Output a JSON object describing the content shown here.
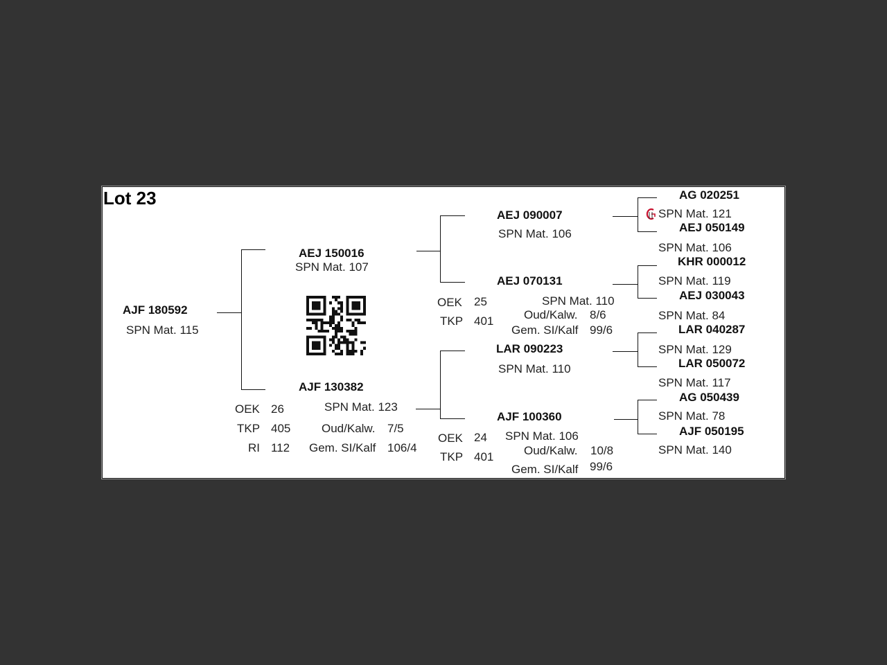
{
  "lot_title": "Lot 23",
  "subject": {
    "id": "AJF 180592",
    "spn": "SPN Mat. 115"
  },
  "sire": {
    "id": "AEJ 150016",
    "spn": "SPN Mat. 107"
  },
  "dam": {
    "id": "AJF 130382",
    "spn": "SPN Mat. 123",
    "stats": [
      {
        "label": "OEK",
        "value": "26"
      },
      {
        "label": "TKP",
        "value": "405"
      },
      {
        "label": "RI",
        "value": "112"
      }
    ],
    "extra": [
      {
        "label": "Oud/Kalw.",
        "value": "7/5"
      },
      {
        "label": "Gem. SI/Kalf",
        "value": "106/4"
      }
    ]
  },
  "gen2": [
    {
      "id": "AEJ 090007",
      "spn": "SPN Mat. 106"
    },
    {
      "id": "AEJ 070131",
      "spn": "SPN Mat. 110",
      "stats": [
        {
          "label": "OEK",
          "value": "25"
        },
        {
          "label": "TKP",
          "value": "401"
        }
      ],
      "extra": [
        {
          "label": "Oud/Kalw.",
          "value": "8/6"
        },
        {
          "label": "Gem. SI/Kalf",
          "value": "99/6"
        }
      ]
    },
    {
      "id": "LAR 090223",
      "spn": "SPN Mat. 110"
    },
    {
      "id": "AJF 100360",
      "spn": "SPN Mat. 106",
      "stats": [
        {
          "label": "OEK",
          "value": "24"
        },
        {
          "label": "TKP",
          "value": "401"
        }
      ],
      "extra": [
        {
          "label": "Oud/Kalw.",
          "value": "10/8"
        },
        {
          "label": "Gem. SI/Kalf",
          "value": "99/6"
        }
      ]
    }
  ],
  "gen3": [
    {
      "id": "AG  020251",
      "spn": "SPN Mat. 121"
    },
    {
      "id": "AEJ 050149",
      "spn": "SPN Mat. 106"
    },
    {
      "id": "KHR 000012",
      "spn": "SPN Mat. 119"
    },
    {
      "id": "AEJ 030043",
      "spn": "SPN Mat. 84"
    },
    {
      "id": "LAR 040287",
      "spn": "SPN Mat. 129"
    },
    {
      "id": "LAR 050072",
      "spn": "SPN Mat. 117"
    },
    {
      "id": "AG  050439",
      "spn": "SPN Mat. 78"
    },
    {
      "id": "AJF 050195",
      "spn": "SPN Mat. 140"
    }
  ],
  "icons": {
    "qr": "qr-code-icon",
    "logo": "breeder-logo-icon"
  }
}
